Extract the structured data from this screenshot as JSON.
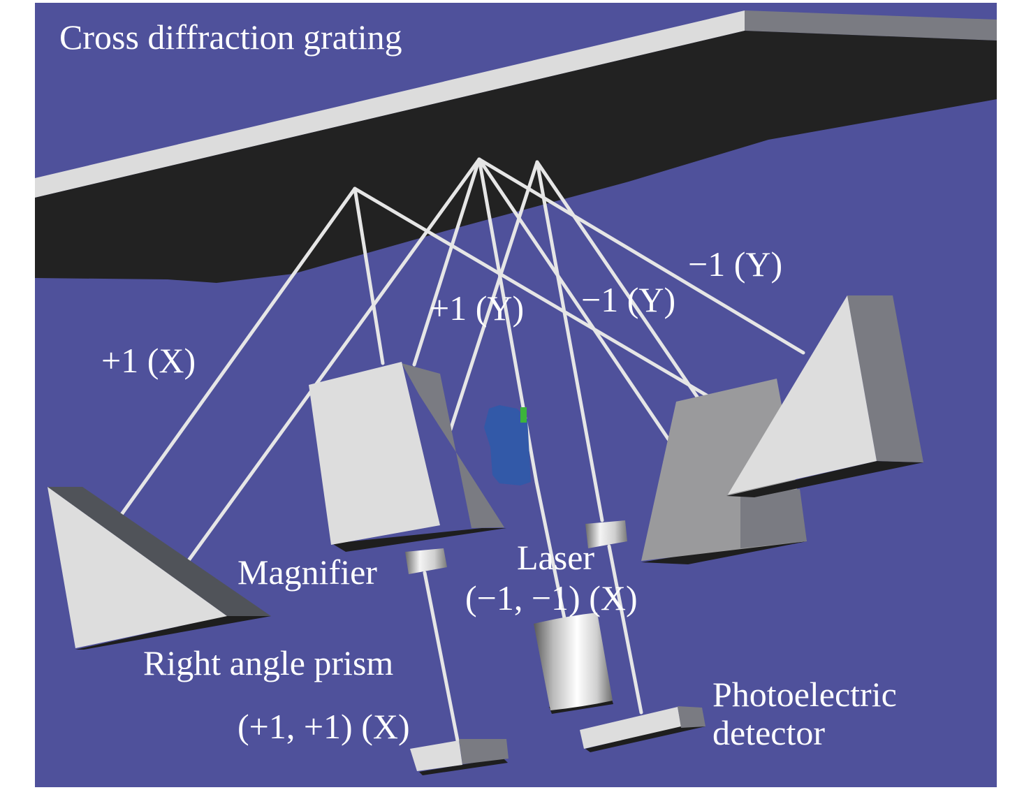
{
  "title": "Cross diffraction grating",
  "colors": {
    "background": "#4f519b",
    "grating_top": "#dcdcdc",
    "grating_side": "#7a7b82",
    "grating_face": "#222222",
    "beam": "#e6e6e6",
    "prism_light": "#dddddd",
    "prism_mid": "#9a9a9c",
    "prism_dark": "#505359",
    "shadow": "#1e1e1e",
    "blob_blue": "#3259a8",
    "blob_green": "#3cb43c"
  },
  "labels": {
    "plus1_x": "+1 (X)",
    "plus1_y": "+1 (Y)",
    "minus1_y_inner": "−1 (Y)",
    "minus1_y_outer": "−1 (Y)",
    "magnifier": "Magnifier",
    "laser": "Laser",
    "minus_minus_x": "(−1, −1) (X)",
    "right_angle_prism": "Right angle prism",
    "plus_plus_x": "(+1, +1) (X)",
    "photoelectric_line1": "Photoelectric",
    "photoelectric_line2": "detector"
  },
  "components": [
    "Cross diffraction grating",
    "Right angle prism",
    "Magnifier",
    "Laser",
    "Photoelectric detector"
  ]
}
